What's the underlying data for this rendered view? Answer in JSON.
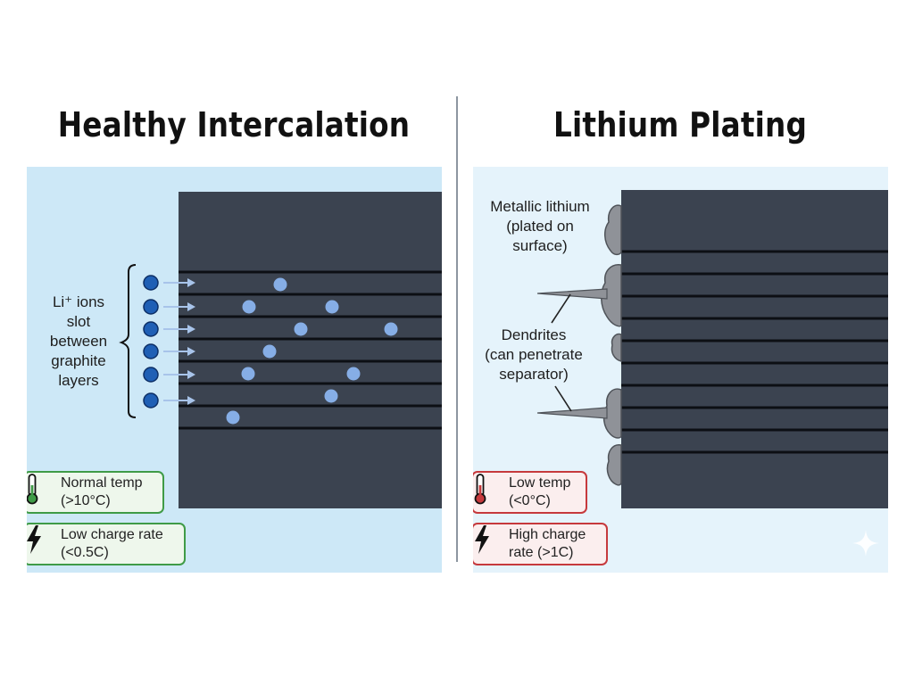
{
  "left": {
    "title": "Healthy Intercalation",
    "ion_label": "Li⁺ ions\nslot\nbetween\ngraphite\nlayers",
    "conditions": [
      {
        "icon": "thermometer-icon",
        "text": "Normal temp\n(>10°C)"
      },
      {
        "icon": "lightning-icon",
        "text": "Low charge rate\n(<0.5C)"
      }
    ]
  },
  "right": {
    "title": "Lithium Plating",
    "metallic_label": "Metallic lithium\n(plated on\nsurface)",
    "dendrite_label": "Dendrites\n(can penetrate\nseparator)",
    "conditions": [
      {
        "icon": "thermometer-icon",
        "text": "Low temp\n(<0°C)"
      },
      {
        "icon": "lightning-icon",
        "text": "High charge\nrate (>1C)"
      }
    ]
  },
  "colors": {
    "graphite": "#3b4350",
    "ion_dark": "#1f5fb5",
    "ion_light": "#86aee6",
    "plated_lithium": "#8f9298",
    "good": "#3f9b47",
    "bad": "#c6393c"
  }
}
